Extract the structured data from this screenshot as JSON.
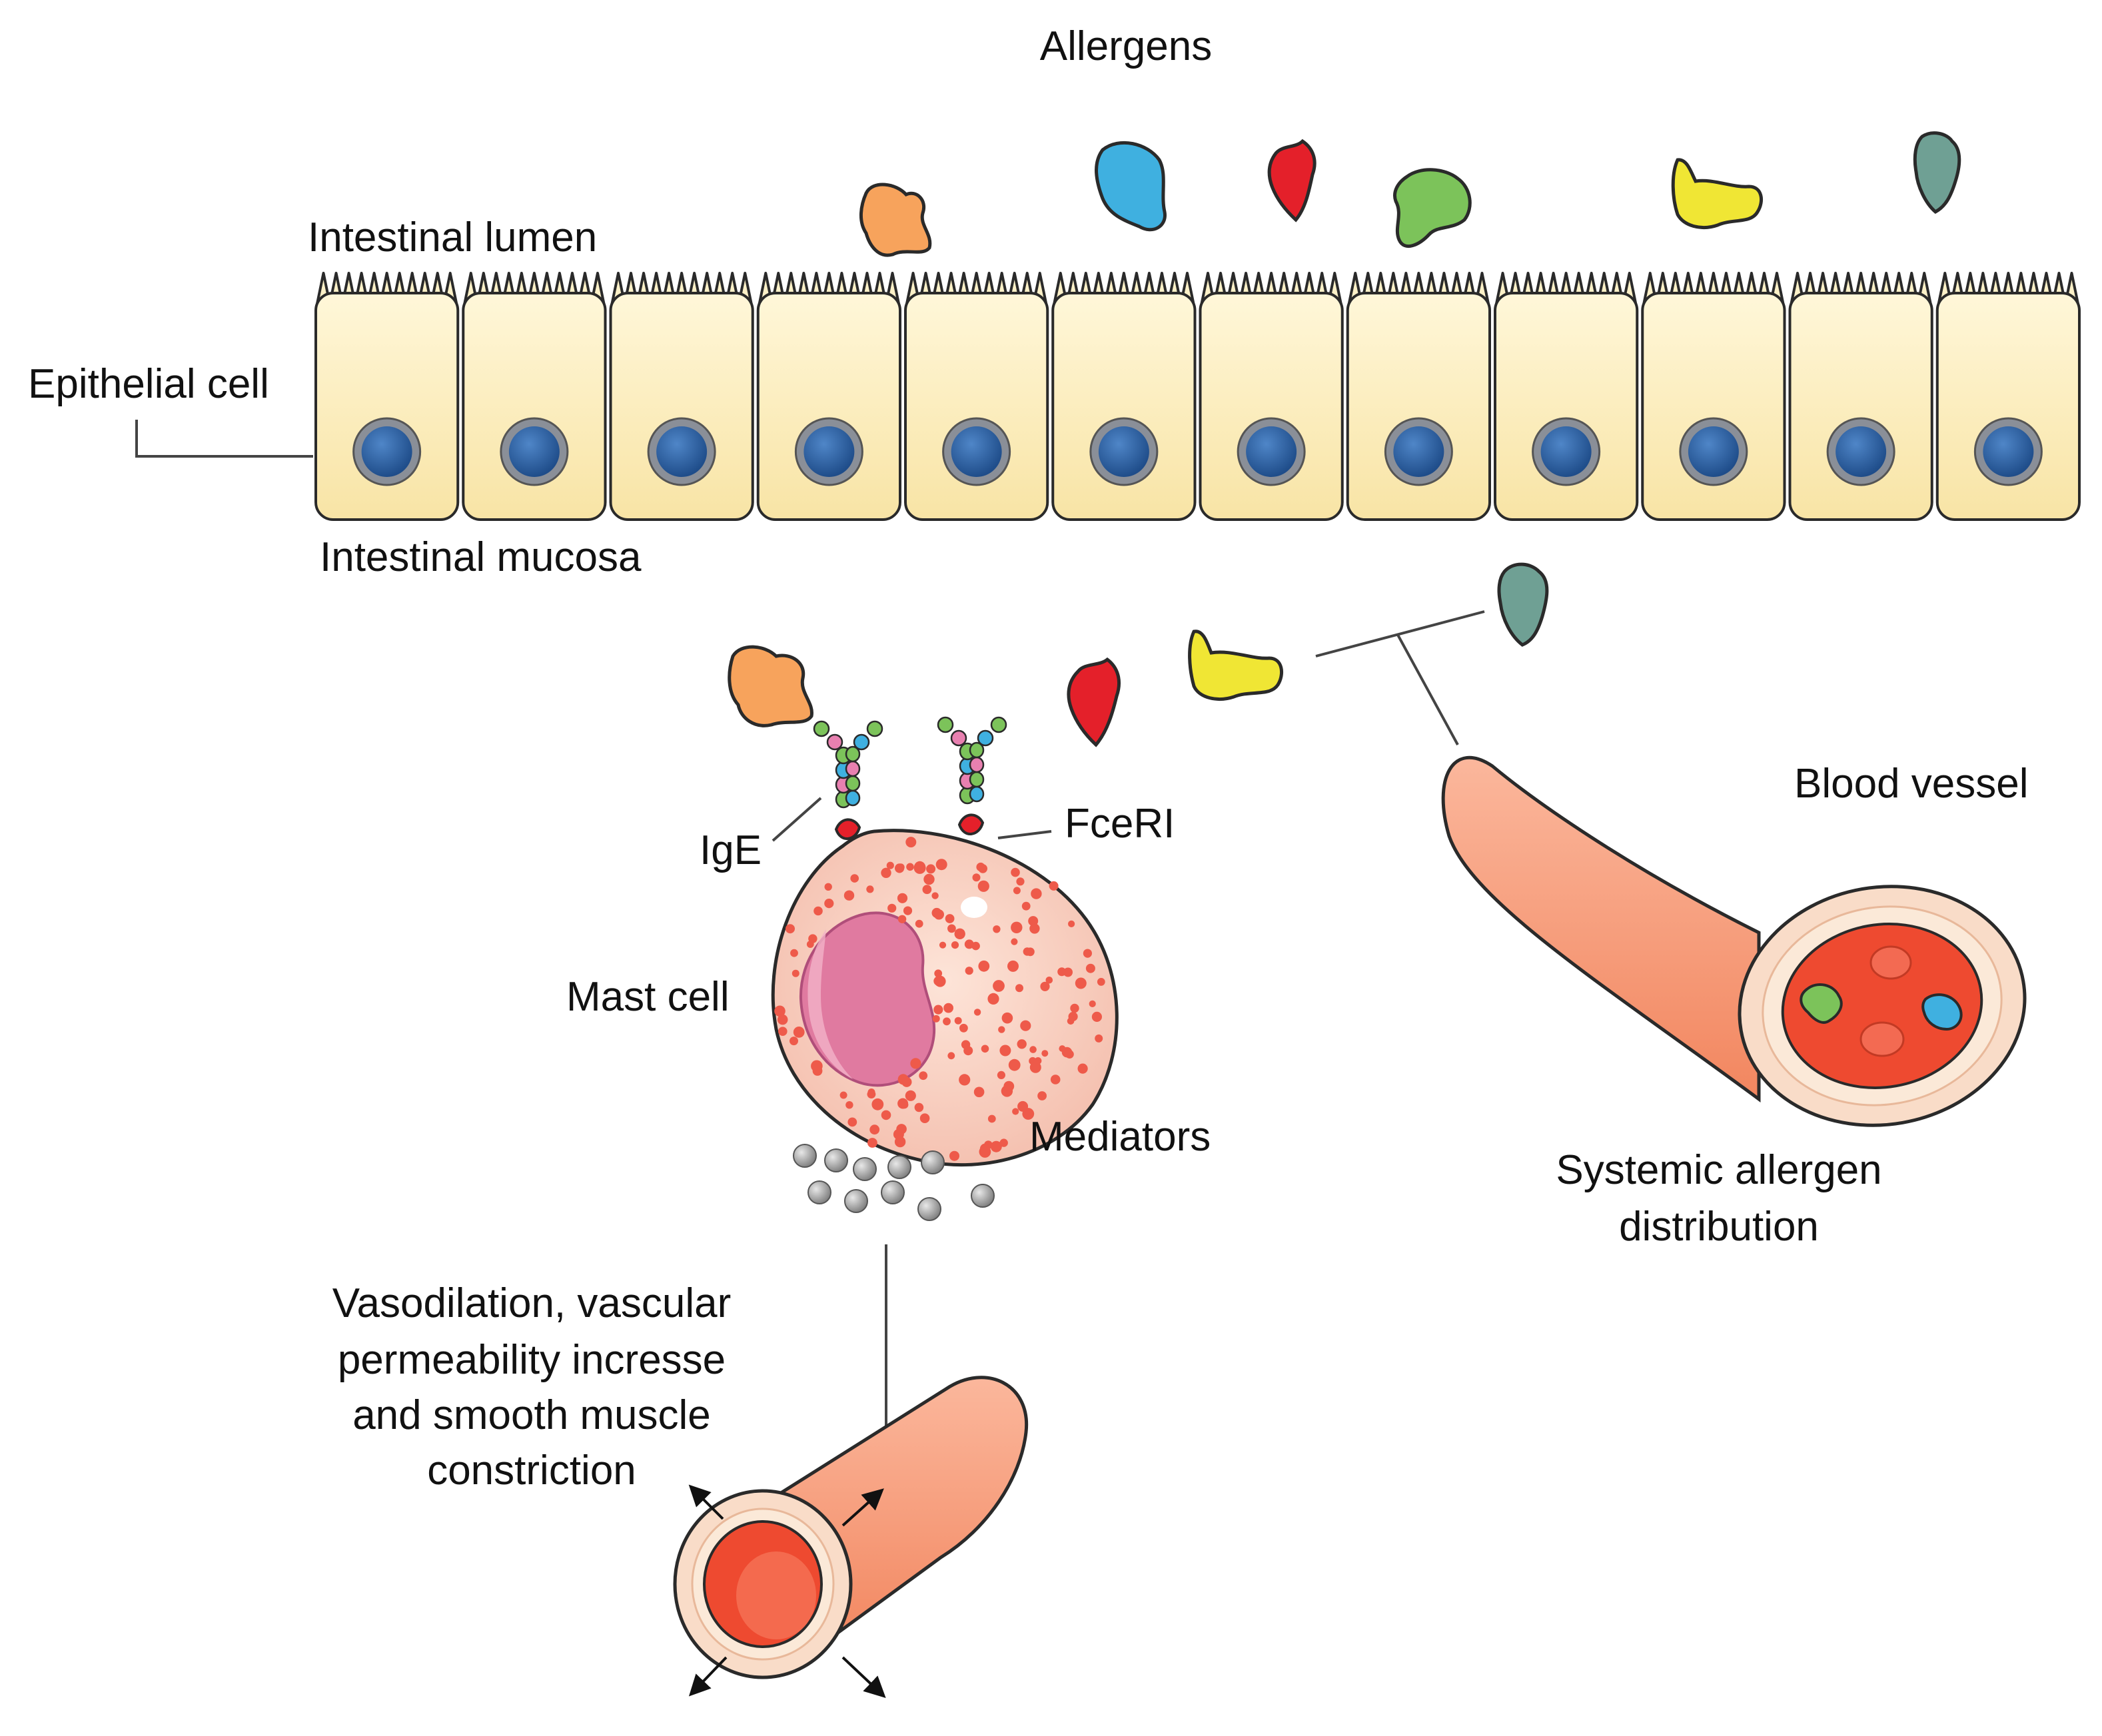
{
  "labels": {
    "allergens": "Allergens",
    "intestinal_lumen": "Intestinal lumen",
    "epithelial_cell": "Epithelial cell",
    "intestinal_mucosa": "Intestinal mucosa",
    "ige": "IgE",
    "fceri": "FceRI",
    "mast_cell": "Mast cell",
    "mediators": "Mediators",
    "blood_vessel": "Blood vessel",
    "systemic_line1": "Systemic allergen",
    "systemic_line2": "distribution",
    "effects_line1": "Vasodilation, vascular",
    "effects_line2": "permeability incresse",
    "effects_line3": "and smooth muscle",
    "effects_line4": "constriction"
  },
  "epithelium": {
    "cell_count": 12
  },
  "colors": {
    "allergen_orange": "#f7a35c",
    "allergen_blue": "#3fb0e0",
    "allergen_red": "#e4202a",
    "allergen_green": "#7cc35a",
    "allergen_yellow": "#f0e634",
    "allergen_teal": "#6fa094",
    "cell_fill": "#fdf1c8",
    "nucleus": "#2f65a8",
    "mast_cell": "#f9d2c4",
    "mast_nucleus": "#e07aa0",
    "vessel": "#f79a7c",
    "blood": "#ee4a30",
    "mediator": "#a5a5a5"
  }
}
